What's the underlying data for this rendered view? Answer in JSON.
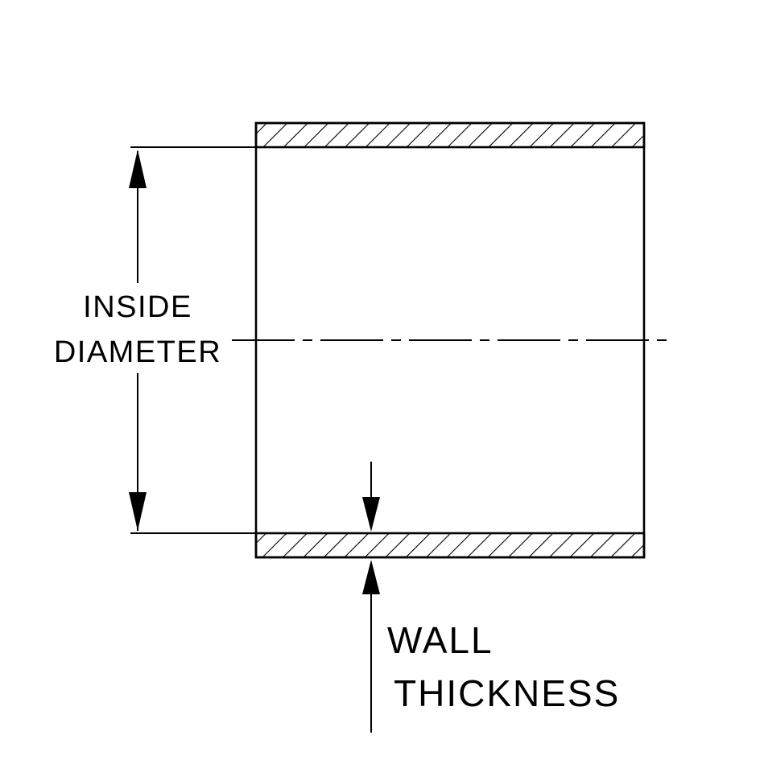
{
  "colors": {
    "line": "#000000",
    "background": "#ffffff"
  },
  "diagram": {
    "labels": {
      "inside_line1": "INSIDE",
      "inside_line2": "DIAMETER",
      "wall_line1": "WALL",
      "wall_line2": "THICKNESS"
    }
  }
}
